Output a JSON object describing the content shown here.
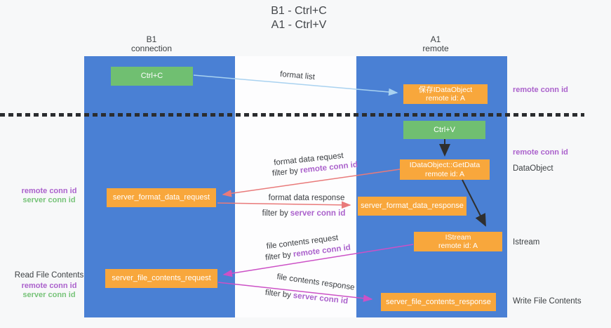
{
  "title": {
    "line1": "B1 - Ctrl+C",
    "line2": "A1 - Ctrl+V"
  },
  "lanes": {
    "b1": {
      "name": "B1",
      "role": "connection"
    },
    "a1": {
      "name": "A1",
      "role": "remote"
    }
  },
  "nodes": {
    "ctrl_c": {
      "label": "Ctrl+C"
    },
    "save_idataobject": {
      "line1": "保存IDataObject",
      "line2": "remote id: A"
    },
    "ctrl_v": {
      "label": "Ctrl+V"
    },
    "getdata": {
      "line1": "IDataObject::GetData",
      "line2": "remote id: A"
    },
    "format_request": {
      "label": "server_format_data_request"
    },
    "format_response": {
      "label": "server_format_data_response"
    },
    "istream": {
      "line1": "IStream",
      "line2": "remote id: A"
    },
    "file_request": {
      "label": "server_file_contents_request"
    },
    "file_response": {
      "label": "server_file_contents_response"
    }
  },
  "edge_labels": {
    "format_list": "format list",
    "format_data_request": "format data request",
    "format_data_response": "format data response",
    "file_contents_request": "file contents request",
    "file_contents_response": "file contents response",
    "filter_by": "filter by",
    "remote_conn_id": "remote conn id",
    "server_conn_id": "server conn id"
  },
  "side_labels": {
    "remote_conn_id": "remote conn id",
    "server_conn_id": "server conn id",
    "data_object": "DataObject",
    "istream": "Istream",
    "read_file_contents": "Read File Contents",
    "write_file_contents": "Write File Contents"
  },
  "colors": {
    "lane_blue": "#4a80d4",
    "node_green": "#70bf71",
    "node_orange": "#f8a73c",
    "accent_purple": "#ab62cc",
    "accent_green": "#77c379",
    "arrow_red": "#e97a7a",
    "arrow_magenta": "#cc51c6",
    "arrow_blue": "#a9d2f0",
    "arrow_black": "#2f2f2f"
  }
}
